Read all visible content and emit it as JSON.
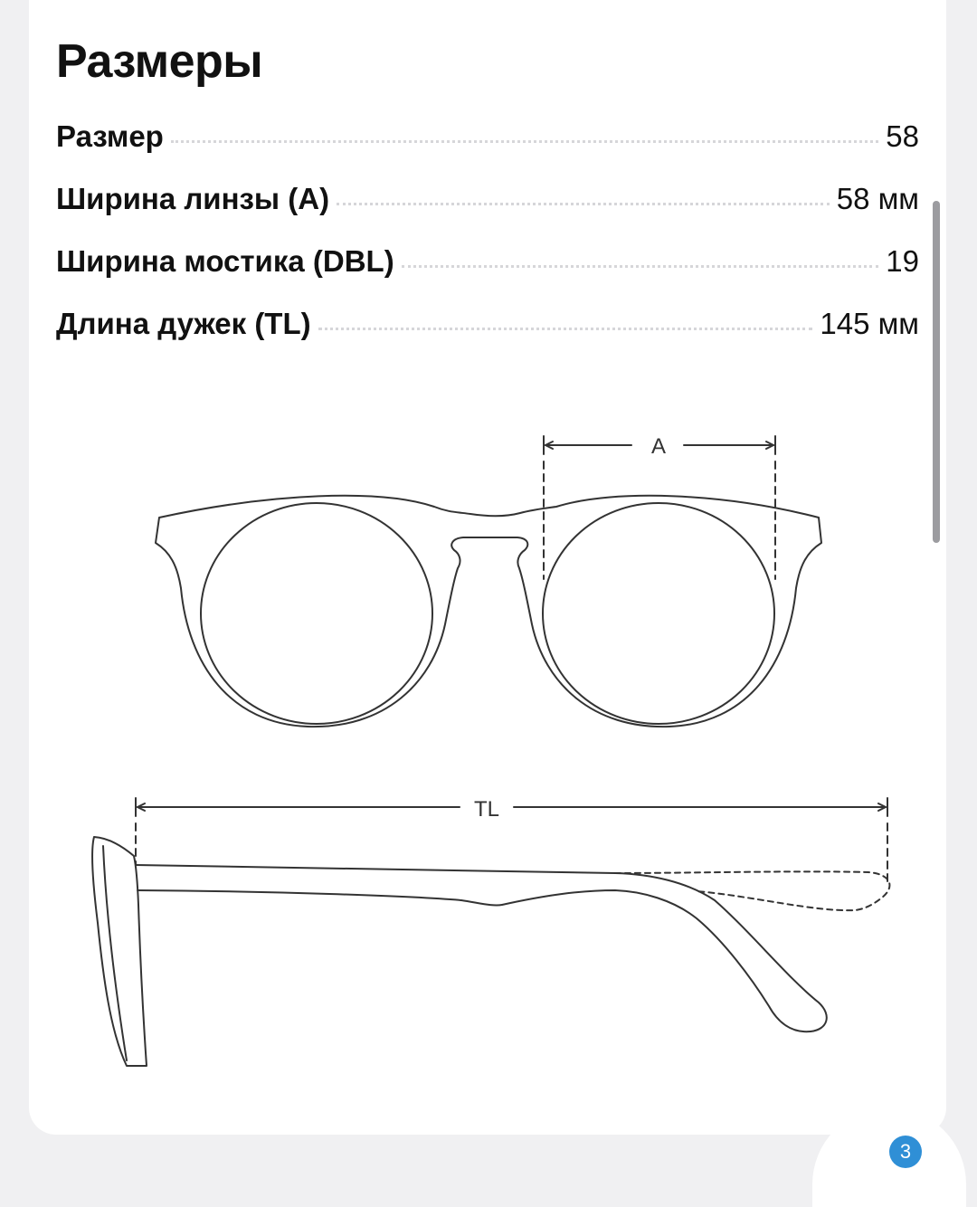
{
  "section": {
    "title": "Размеры"
  },
  "specs": [
    {
      "label": "Размер",
      "value": "58"
    },
    {
      "label": "Ширина линзы (A)",
      "value": "58 мм"
    },
    {
      "label": "Ширина мостика (DBL)",
      "value": "19"
    },
    {
      "label": "Длина дужек (TL)",
      "value": "145 мм"
    }
  ],
  "diagram": {
    "front_label": "A",
    "side_label": "TL"
  },
  "badge": {
    "count": "3"
  },
  "colors": {
    "badge": "#2f8fd6",
    "line": "#333333",
    "dots": "#d6d6d9"
  }
}
